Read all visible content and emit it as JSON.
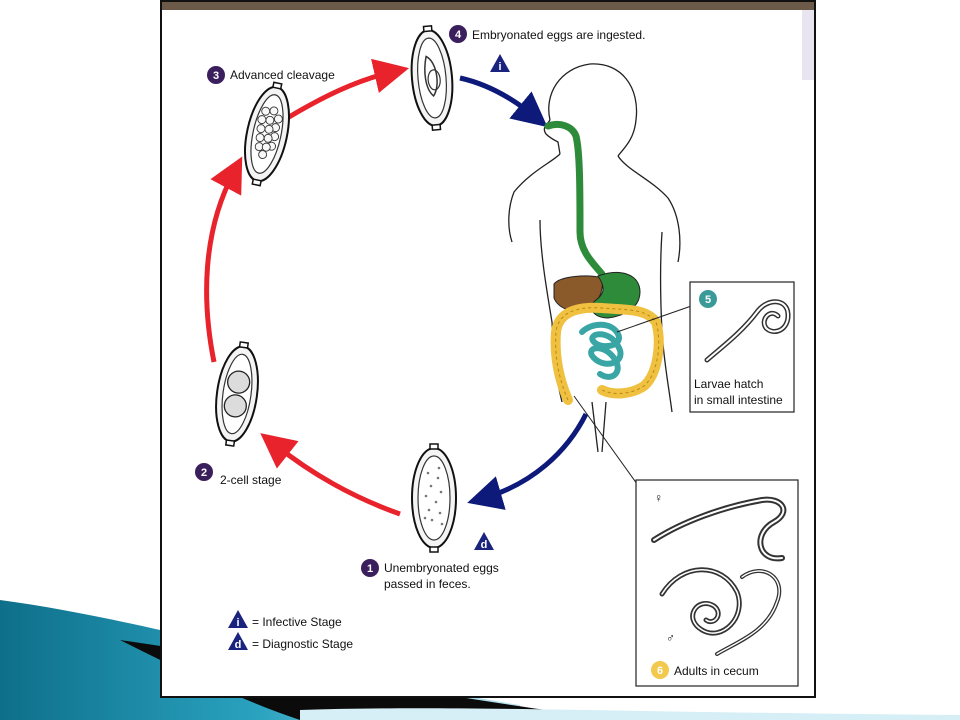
{
  "diagram": {
    "stages": [
      {
        "number": "1",
        "lines": [
          "Unembryonated eggs",
          "passed in feces."
        ]
      },
      {
        "number": "2",
        "lines": [
          "2-cell stage"
        ]
      },
      {
        "number": "3",
        "lines": [
          "Advanced cleavage"
        ]
      },
      {
        "number": "4",
        "lines": [
          "Embryonated eggs are ingested."
        ]
      },
      {
        "number": "5",
        "lines": [
          "Larvae hatch",
          "in small intestine"
        ]
      },
      {
        "number": "6",
        "lines": [
          "Adults in cecum"
        ]
      }
    ],
    "stage_markers": {
      "infective": "i",
      "diagnostic": "d"
    },
    "legend": {
      "infective_symbol": "i",
      "infective_label": "= Infective Stage",
      "diagnostic_symbol": "d",
      "diagnostic_label": "= Diagnostic Stage"
    },
    "sex_symbols": {
      "female": "♀",
      "male": "♂"
    }
  },
  "colors": {
    "stage_badge": "#3a1f5c",
    "stage5_badge": "#3a9a9a",
    "stage6_badge": "#f2c94c",
    "marker_blue": "#1a237e",
    "arrow_red": "#e8232b",
    "arrow_blue": "#0d1a7a",
    "esophagus_stomach": "#2e8b3a",
    "liver": "#8b5a2b",
    "colon": "#f0c040",
    "small_intestine": "#3aa5a5",
    "slide_teal": "#1a8aa8",
    "slide_dark": "#0b0b0b"
  }
}
